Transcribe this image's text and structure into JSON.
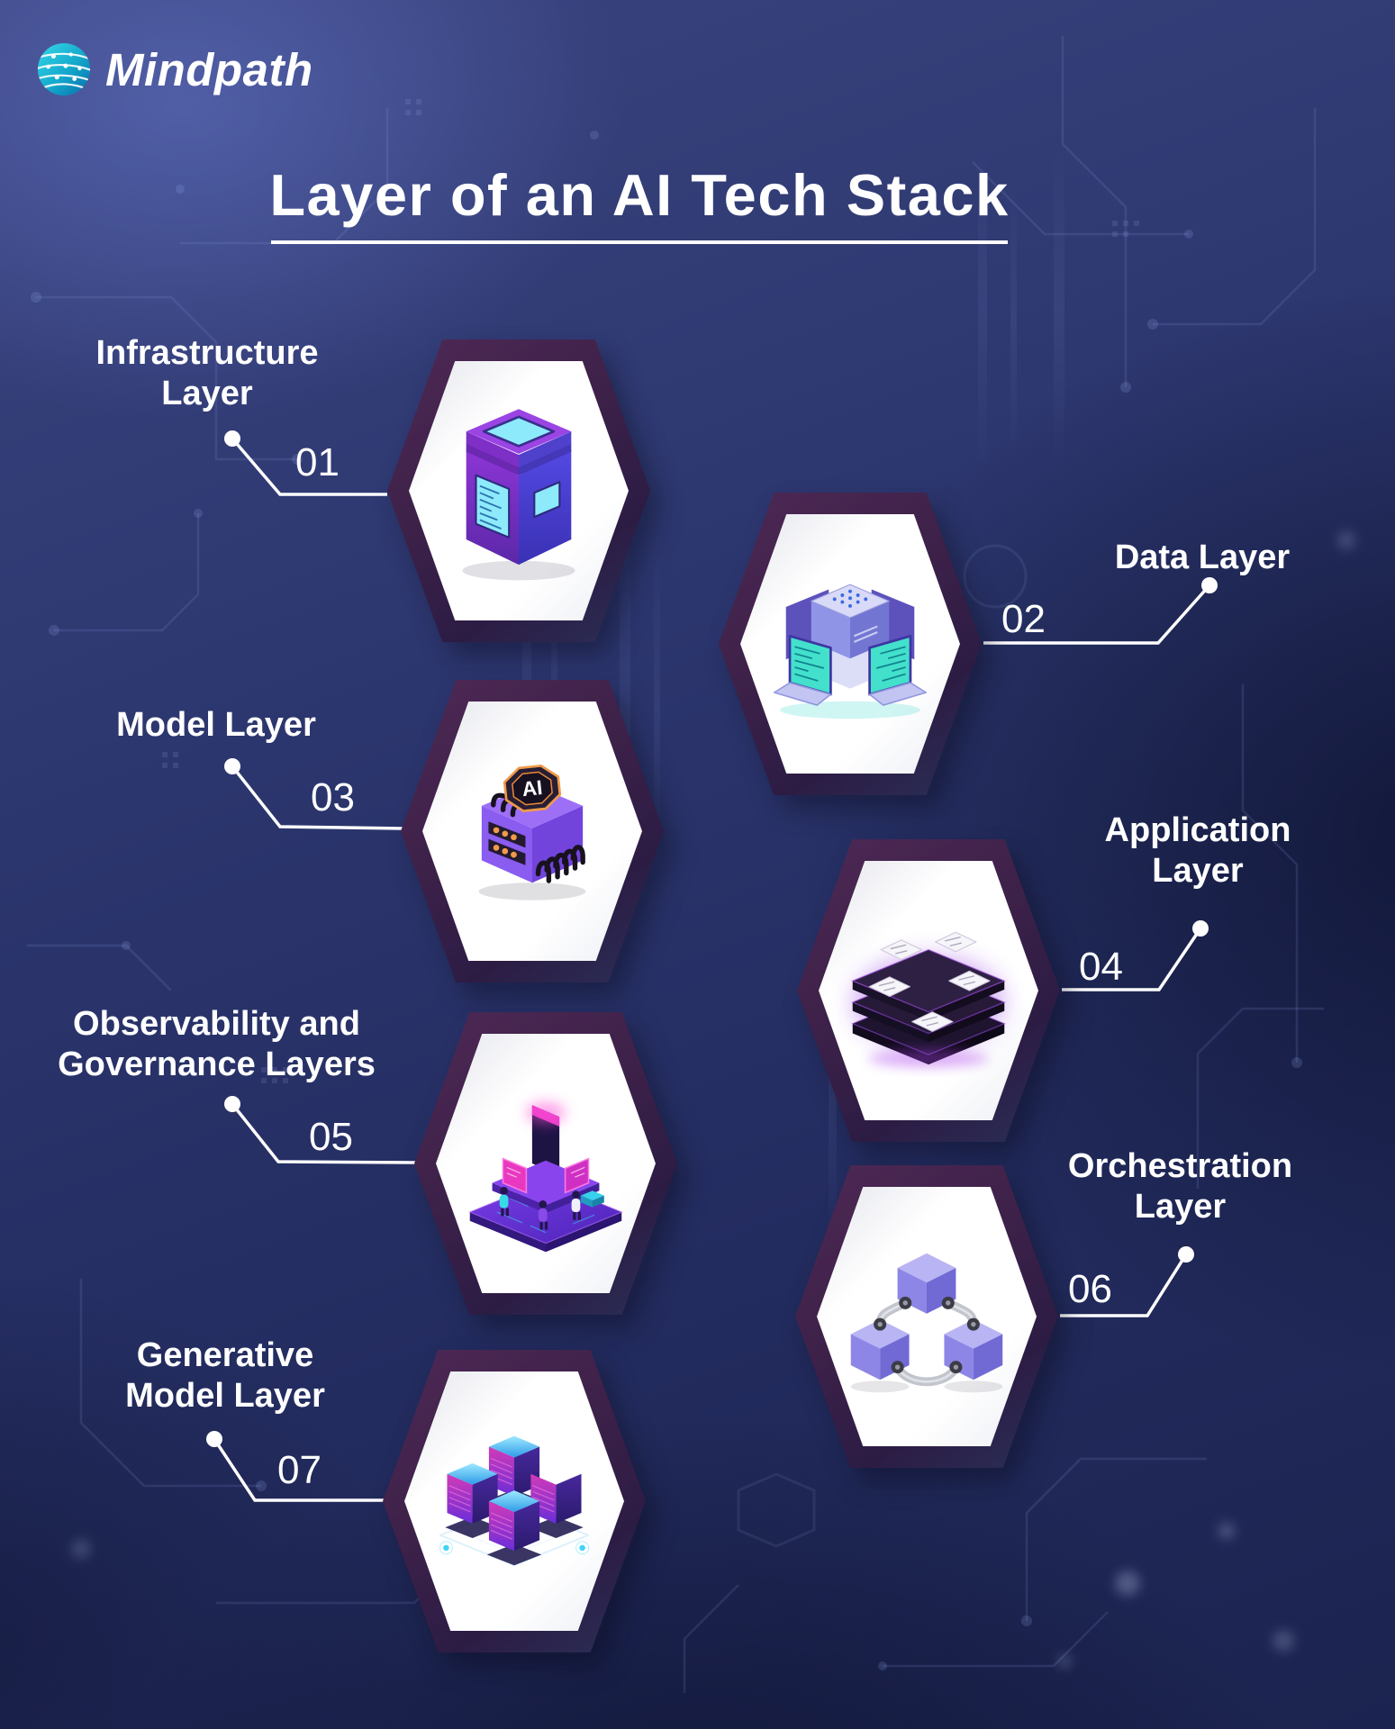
{
  "brand": {
    "name": "Mindpath",
    "icon": "globe-network-icon"
  },
  "title": {
    "text": "Layer of an AI Tech Stack"
  },
  "layers": [
    {
      "num": "01",
      "label": "Infrastructure Layer",
      "lines": [
        "Infrastructure",
        "Layer"
      ],
      "icon": "server-tower-icon"
    },
    {
      "num": "02",
      "label": "Data Layer",
      "lines": [
        "Data Layer"
      ],
      "icon": "data-network-icon"
    },
    {
      "num": "03",
      "label": "Model Layer",
      "lines": [
        "Model Layer"
      ],
      "icon": "ai-chip-icon"
    },
    {
      "num": "04",
      "label": "Application Layer",
      "lines": [
        "Application",
        "Layer"
      ],
      "icon": "application-stack-icon"
    },
    {
      "num": "05",
      "label": "Observability and Governance Layers",
      "lines": [
        "Observability and",
        "Governance Layers"
      ],
      "icon": "observability-platform-icon"
    },
    {
      "num": "06",
      "label": "Orchestration Layer",
      "lines": [
        "Orchestration",
        "Layer"
      ],
      "icon": "orchestration-cubes-icon"
    },
    {
      "num": "07",
      "label": "Generative Model Layer",
      "lines": [
        "Generative",
        "Model Layer"
      ],
      "icon": "generative-servers-icon"
    }
  ],
  "badges": {
    "ai_chip_label": "AI"
  },
  "colors": {
    "canvas_navy": "#2c366e",
    "hexagon_border_plum": "#3d2149",
    "hexagon_fill": "#ffffff",
    "text_white": "#ffffff",
    "logo_teal": "#14a8cc",
    "icon_purple": "#8a5cf0",
    "icon_cyan": "#8deafb",
    "icon_magenta": "#e838c0"
  }
}
